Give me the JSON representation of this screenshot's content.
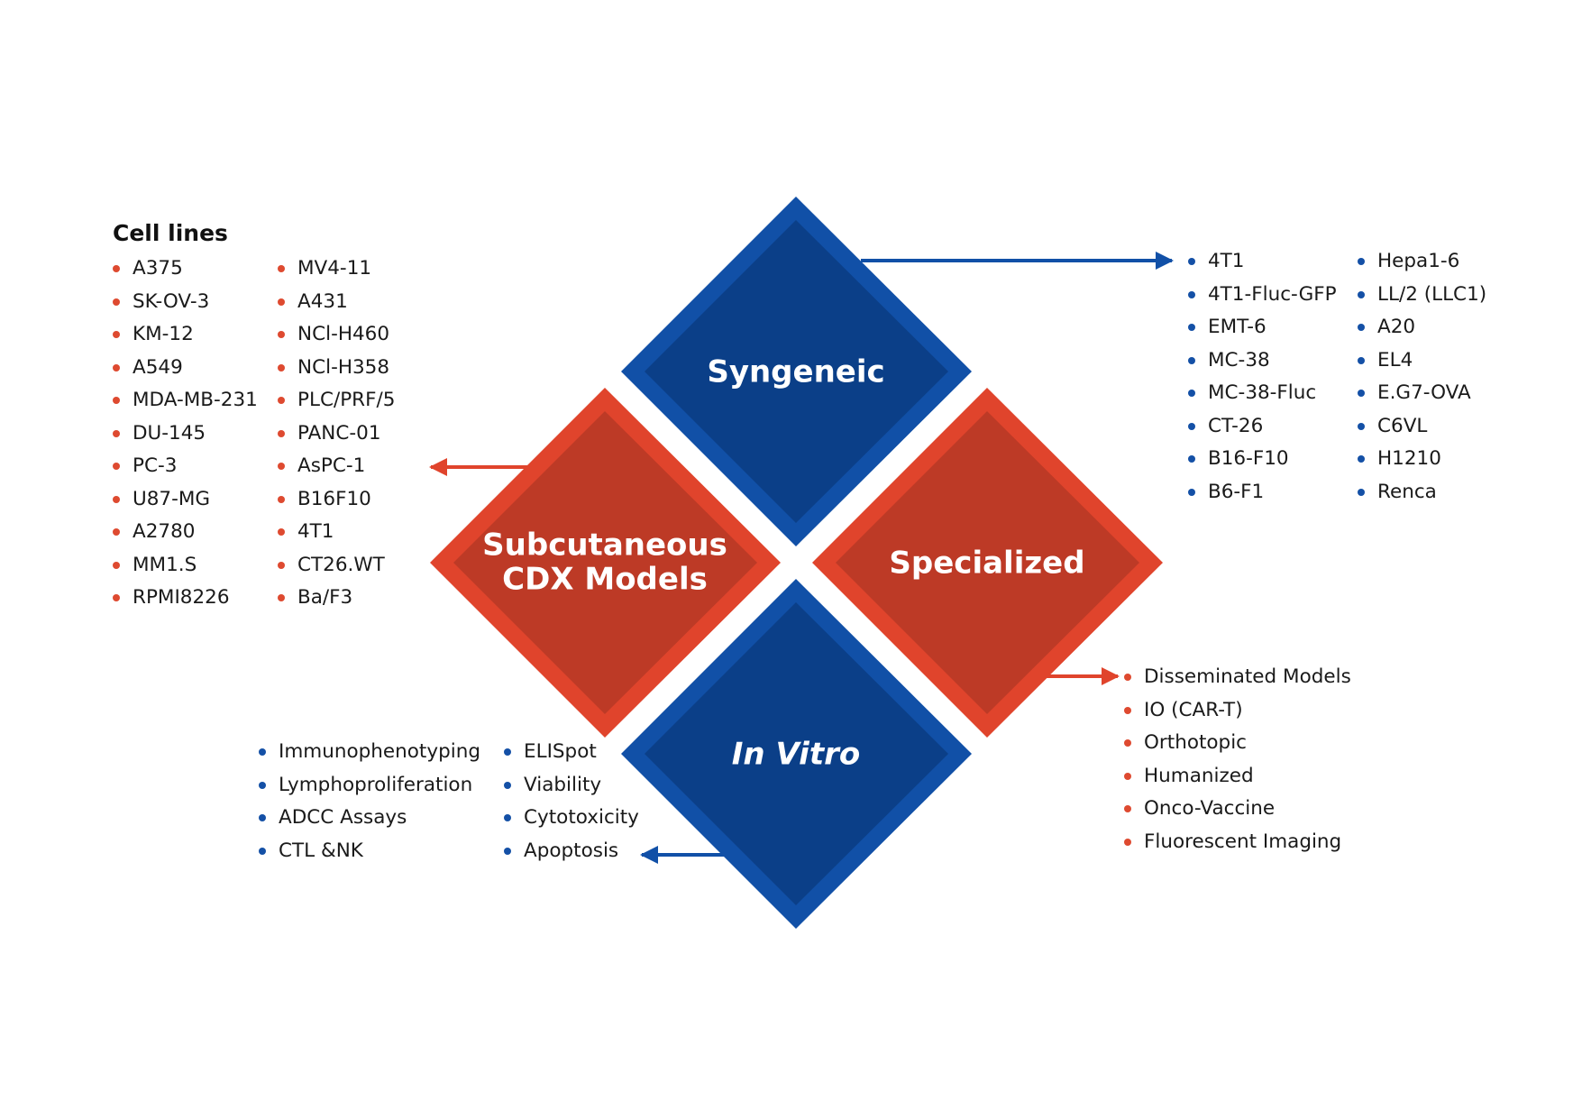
{
  "colors": {
    "blue_outer": "#1150a7",
    "blue_inner": "#0b3f88",
    "red_outer": "#e0442c",
    "red_inner": "#bd3a26",
    "red_bullet": "#de4a30",
    "blue_bullet": "#1450a6"
  },
  "diamonds": {
    "syngeneic": {
      "line1": "Syngeneic",
      "line2": ""
    },
    "subcutaneous": {
      "line1": "Subcutaneous",
      "line2": "CDX Models"
    },
    "specialized": {
      "line1": "Specialized",
      "line2": ""
    },
    "in_vitro": {
      "line1": "In Vitro",
      "line2": ""
    }
  },
  "cell_lines": {
    "heading": "Cell lines",
    "col1": [
      "A375",
      "SK-OV-3",
      "KM-12",
      "A549",
      "MDA-MB-231",
      "DU-145",
      "PC-3",
      "U87-MG",
      "A2780",
      "MM1.S",
      "RPMI8226"
    ],
    "col2": [
      "MV4-11",
      "A431",
      "NCl-H460",
      "NCl-H358",
      "PLC/PRF/5",
      "PANC-01",
      "AsPC-1",
      "B16F10",
      "4T1",
      "CT26.WT",
      "Ba/F3"
    ]
  },
  "syngeneic_list": {
    "col1": [
      "4T1",
      "4T1-Fluc-GFP",
      "EMT-6",
      "MC-38",
      "MC-38-Fluc",
      "CT-26",
      "B16-F10",
      "B6-F1"
    ],
    "col2": [
      "Hepa1-6",
      "LL/2 (LLC1)",
      "A20",
      "EL4",
      "E.G7-OVA",
      "C6VL",
      "H1210",
      "Renca"
    ]
  },
  "specialized_list": [
    "Disseminated Models",
    "IO (CAR-T)",
    "Orthotopic",
    "Humanized",
    "Onco-Vaccine",
    "Fluorescent Imaging"
  ],
  "in_vitro_list": {
    "col1": [
      "Immunophenotyping",
      "Lymphoproliferation",
      "ADCC Assays",
      "CTL &NK"
    ],
    "col2": [
      "ELISpot",
      "Viability",
      "Cytotoxicity",
      "Apoptosis"
    ]
  }
}
